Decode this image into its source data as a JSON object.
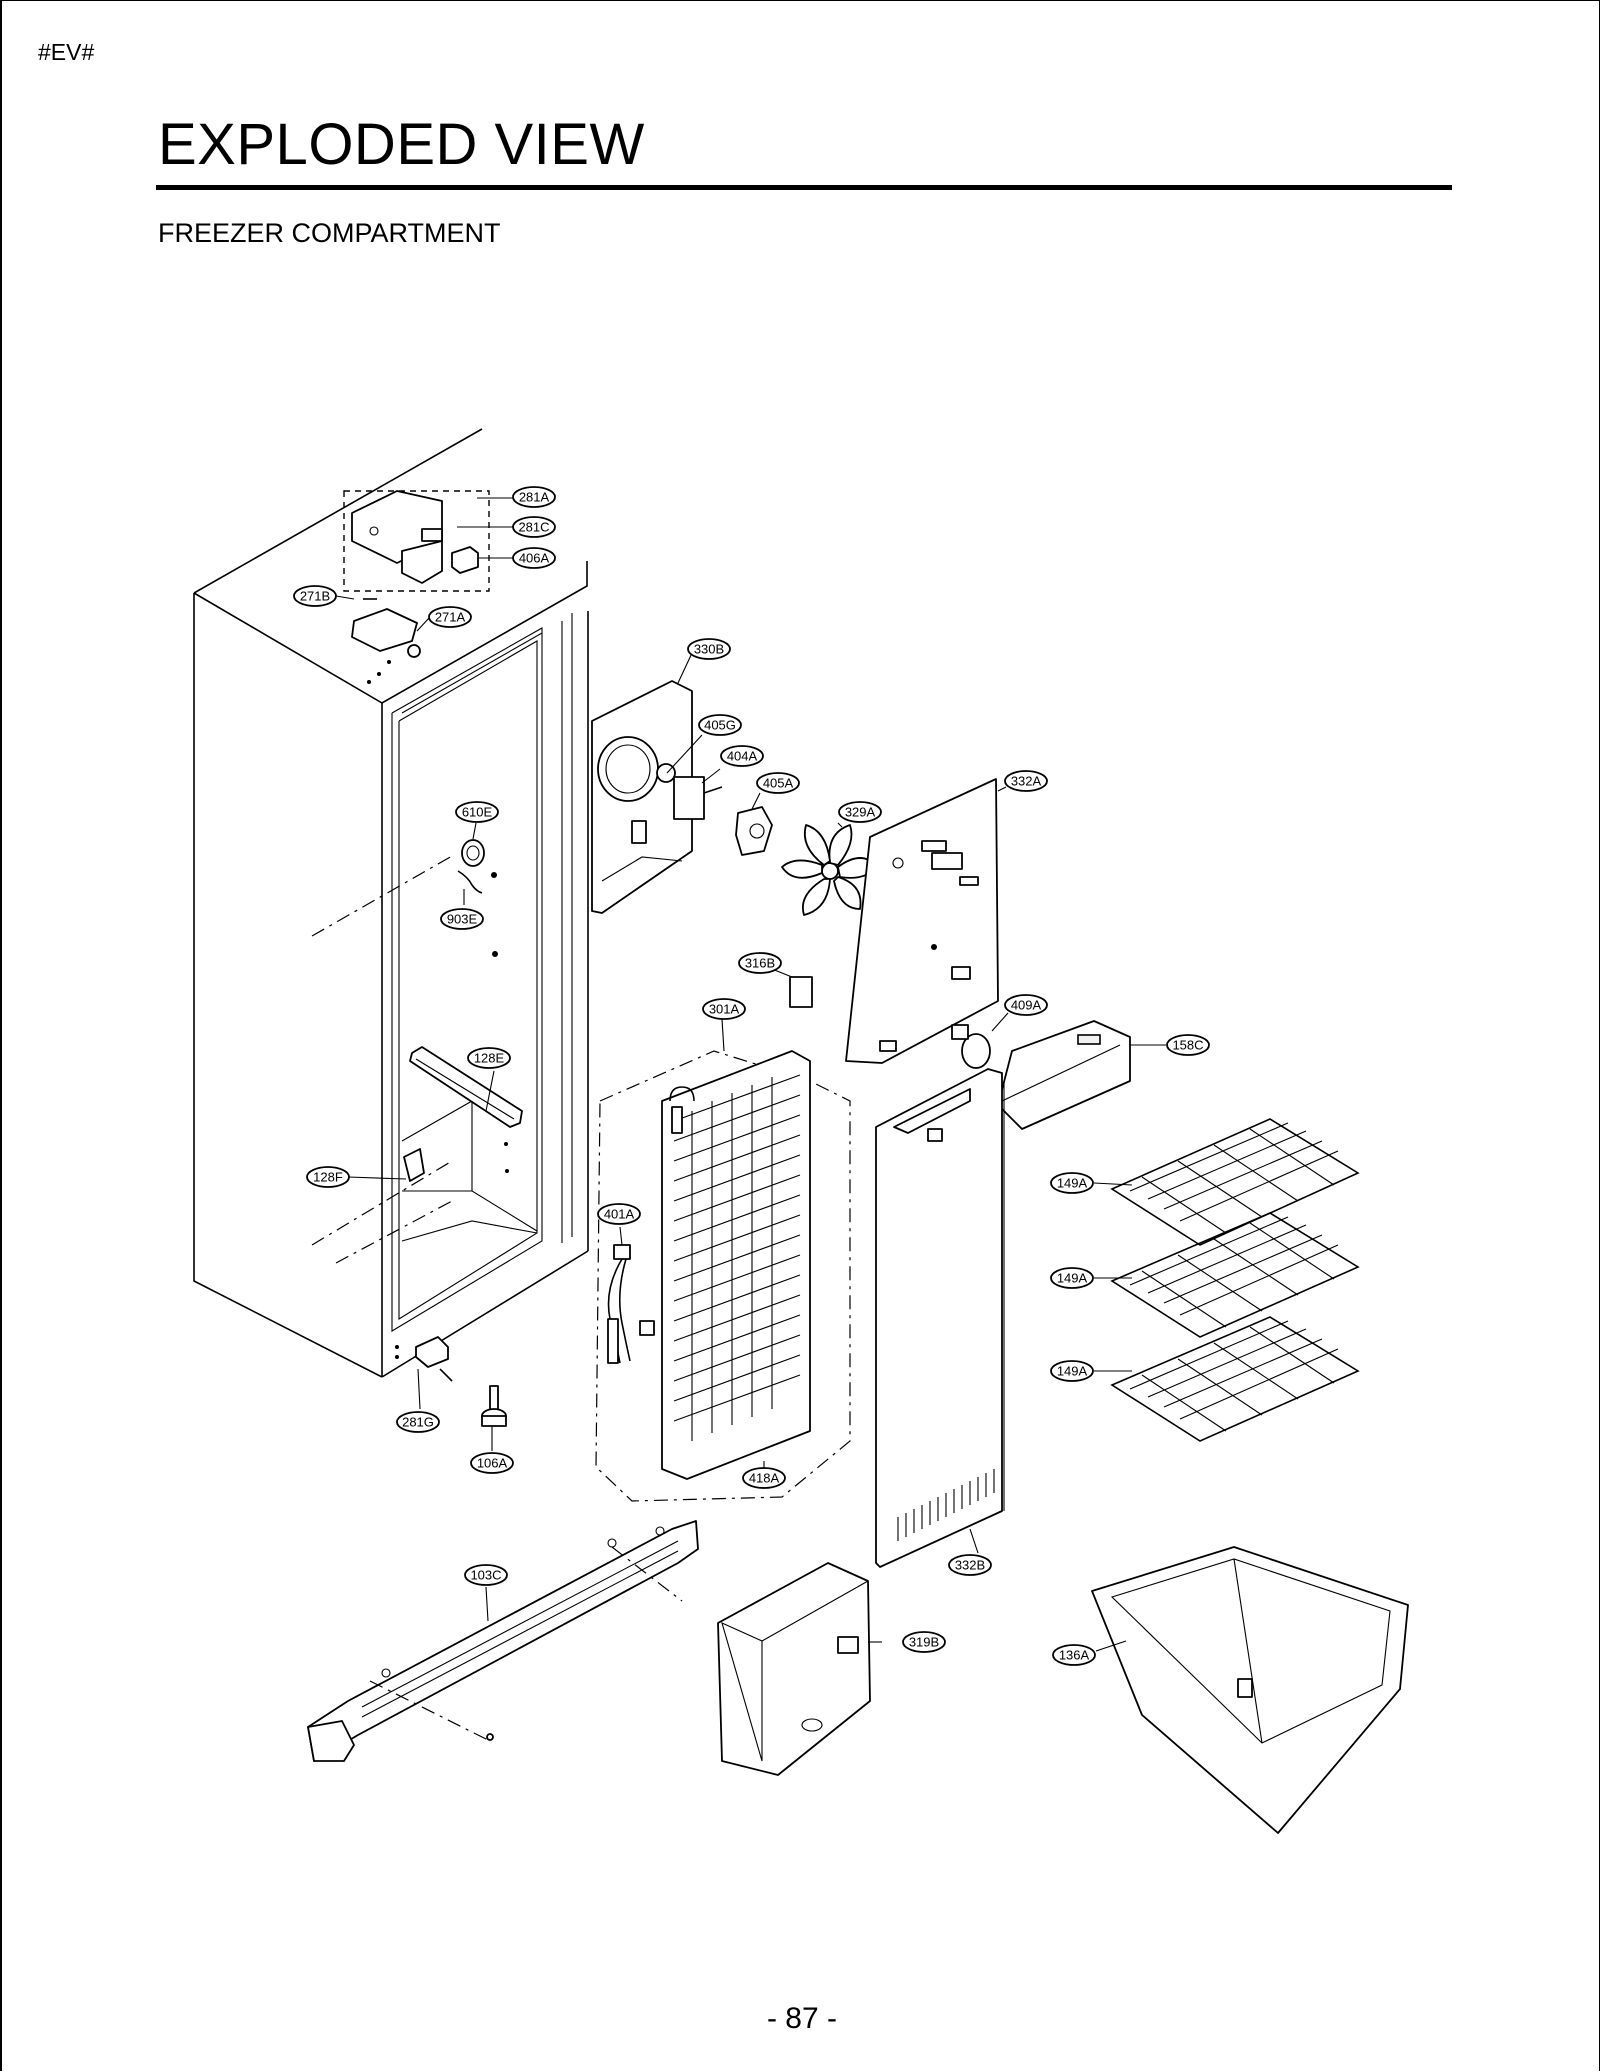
{
  "document": {
    "tag": "#EV#",
    "title": "EXPLODED VIEW",
    "section": "FREEZER COMPARTMENT",
    "page_number": "- 87 -"
  },
  "callouts": [
    "281A",
    "281C",
    "406A",
    "271B",
    "271A",
    "330B",
    "405G",
    "404A",
    "405A",
    "332A",
    "329A",
    "610E",
    "903E",
    "316B",
    "301A",
    "409A",
    "158C",
    "128E",
    "128F",
    "401A",
    "149A",
    "149A",
    "149A",
    "281G",
    "106A",
    "418A",
    "332B",
    "103C",
    "319B",
    "136A"
  ]
}
